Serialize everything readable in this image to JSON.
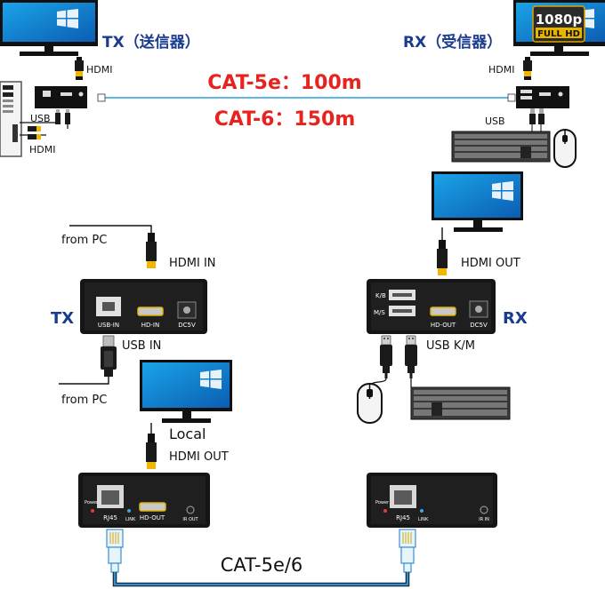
{
  "top": {
    "tx_title": "TX（送信器）",
    "rx_title": "RX（受信器）",
    "tx_hdmi": "HDMI",
    "rx_hdmi": "HDMI",
    "tx_usb": "USB",
    "tx_hdmi2": "HDMI",
    "rx_usb": "USB",
    "cat5e_distance": "CAT-5e：100m",
    "cat6_distance": "CAT-6：150m",
    "badge_1080p": "1080p",
    "badge_fullhd": "FULL HD"
  },
  "middle": {
    "tx_label": "TX",
    "rx_label": "RX",
    "from_pc_hdmi": "from PC",
    "hdmi_in": "HDMI IN",
    "hdmi_out": "HDMI OUT",
    "usb_in": "USB IN",
    "usb_km": "USB K/M",
    "from_pc_usb": "from PC",
    "local": "Local",
    "local_hdmi_out": "HDMI OUT",
    "tx_ports": {
      "usb_in": "USB-IN",
      "hd_in": "HD-IN",
      "dc": "DC5V"
    },
    "rx_ports": {
      "kb": "K/B",
      "ms": "M/S",
      "hd_out": "HD-OUT",
      "dc": "DC5V"
    }
  },
  "bottom": {
    "cable": "CAT-5e/6",
    "tx_ports": {
      "power": "Power",
      "rj45": "RJ45",
      "link": "LINK",
      "hd_out": "HD-OUT",
      "ir": "IR OUT"
    },
    "rx_ports": {
      "power": "Power",
      "rj45": "RJ45",
      "link": "LINK",
      "ir": "IR IN"
    }
  }
}
